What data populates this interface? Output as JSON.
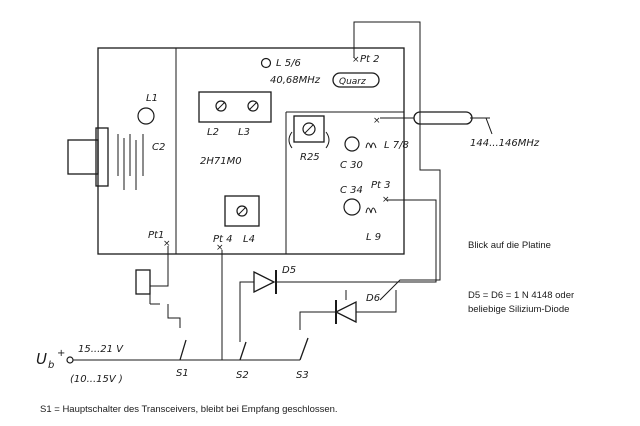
{
  "board": {
    "l1": "L1",
    "c2": "C2",
    "l56": "L 5/6",
    "freq_crystal": "40,68MHz",
    "quarz": "Quarz",
    "pt2": "Pt 2",
    "l2": "L2",
    "l3": "L3",
    "ic": "2H71M0",
    "r25": "R25",
    "c30": "C 30",
    "l78": "L 7/8",
    "c34": "C 34",
    "pt3": "Pt 3",
    "l9": "L 9",
    "pt1": "Pt1",
    "pt4": "Pt 4",
    "l4": "L4",
    "out_freq": "144...146MHz"
  },
  "external": {
    "d5": "D5",
    "d6": "D6",
    "ub": "U",
    "ub_sub": "b",
    "ub_plus": "+",
    "v_range_1": "15...21 V",
    "v_range_2": "(10...15V )",
    "s1": "S1",
    "s2": "S2",
    "s3": "S3"
  },
  "notes": {
    "view": "Blick auf die Platine",
    "diode_1": "D5 = D6 = 1 N 4148 oder",
    "diode_2": "beliebige Silizium-Diode",
    "s1_note": "S1 = Hauptschalter des Transceivers, bleibt bei Empfang geschlossen."
  }
}
